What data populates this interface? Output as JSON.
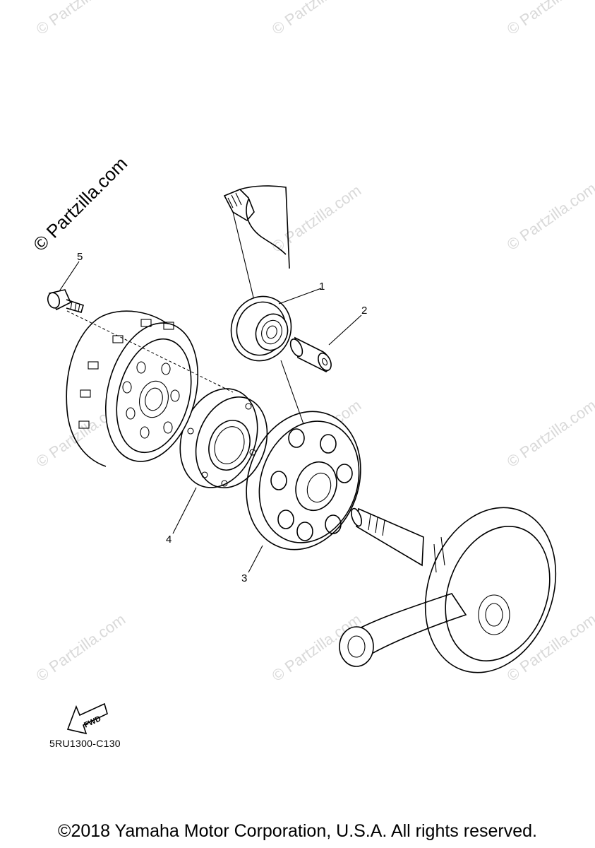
{
  "watermark_text": "© Partzilla.com",
  "brand_text": "© Partzilla.com",
  "callouts": [
    "1",
    "2",
    "3",
    "4",
    "5"
  ],
  "fwd_label": "FWD",
  "diagram_code": "5RU1300-C130",
  "copyright": "©2018 Yamaha Motor Corporation, U.S.A. All rights reserved.",
  "icons": [
    "fwd-arrow-icon"
  ]
}
